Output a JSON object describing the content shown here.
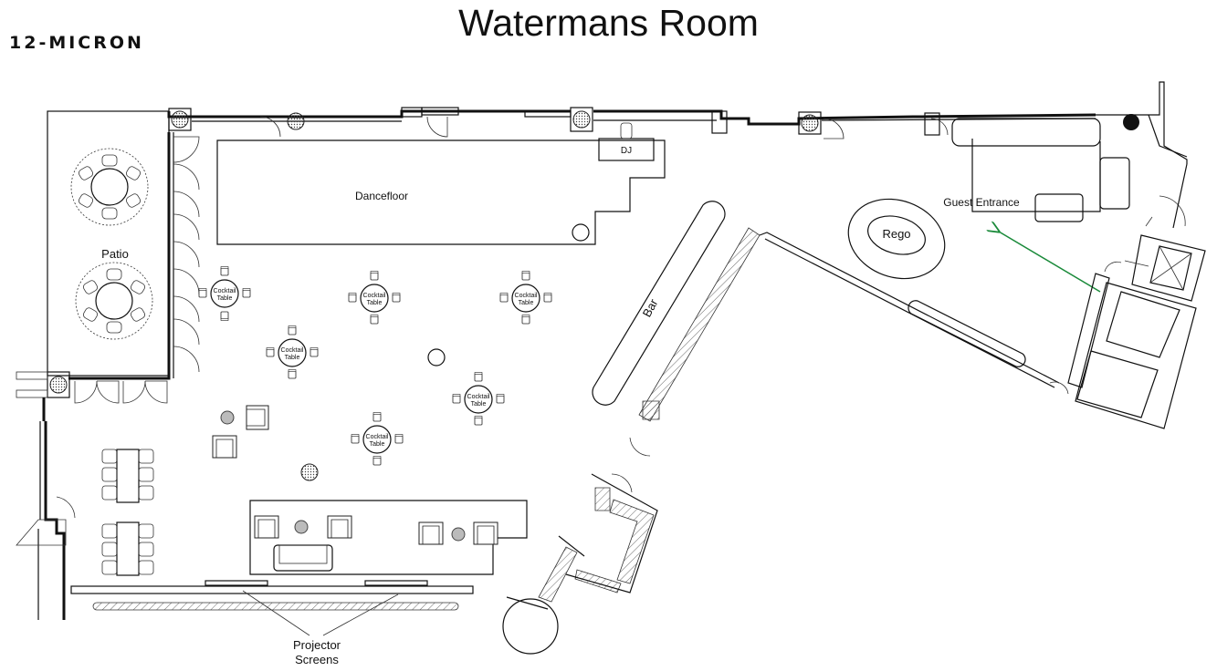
{
  "header": {
    "brand": "12-MICRON",
    "title": "Watermans Room"
  },
  "labels": {
    "dancefloor": "Dancefloor",
    "dj": "DJ",
    "patio": "Patio",
    "bar": "Bar",
    "rego": "Rego",
    "guest_entrance": "Guest Entrance",
    "projector_line1": "Projector",
    "projector_line2": "Screens"
  },
  "cocktail_tables": [
    {
      "line1": "Cocktail",
      "line2": "Table"
    },
    {
      "line1": "Cocktail",
      "line2": "Table"
    },
    {
      "line1": "Cocktail",
      "line2": "Table"
    },
    {
      "line1": "Cocktail",
      "line2": "Table"
    },
    {
      "line1": "Cocktail",
      "line2": "Table"
    },
    {
      "line1": "Cocktail",
      "line2": "Table"
    }
  ],
  "colors": {
    "entrance_arrow": "#1a8a3a",
    "lines": "#111111"
  }
}
